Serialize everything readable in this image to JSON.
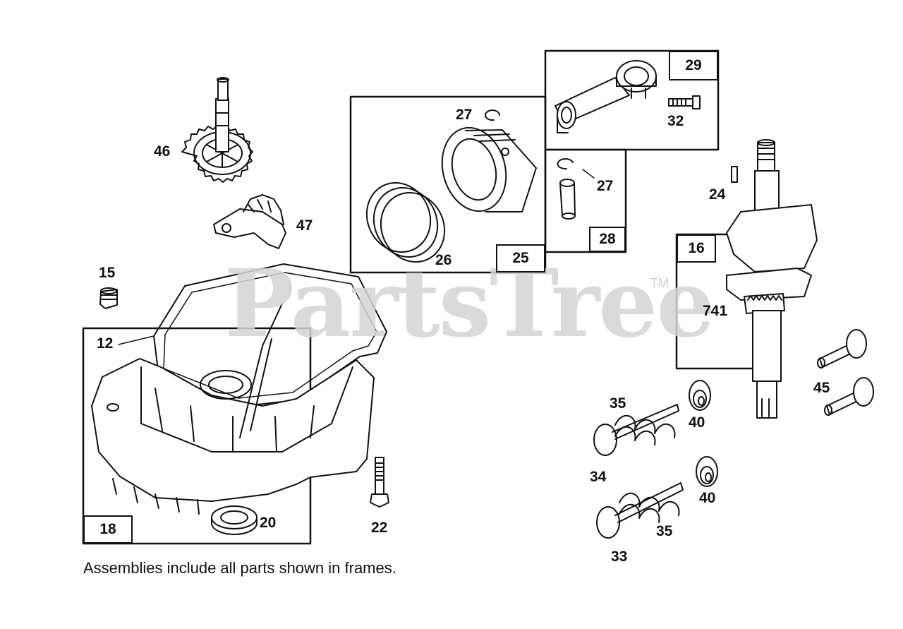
{
  "watermark": {
    "text": "PartsTree",
    "trademark": "TM"
  },
  "caption": "Assemblies include all parts shown in frames.",
  "frames": {
    "f29": "29",
    "f25": "25",
    "f28": "28",
    "f16": "16",
    "f18": "18"
  },
  "labels": {
    "p46": "46",
    "p47": "47",
    "p15": "15",
    "p12": "12",
    "p20": "20",
    "p22": "22",
    "p27a": "27",
    "p26": "26",
    "p27b": "27",
    "p32": "32",
    "p24": "24",
    "p741": "741",
    "p45": "45",
    "p35a": "35",
    "p40a": "40",
    "p34": "34",
    "p40b": "40",
    "p35b": "35",
    "p33": "33"
  }
}
